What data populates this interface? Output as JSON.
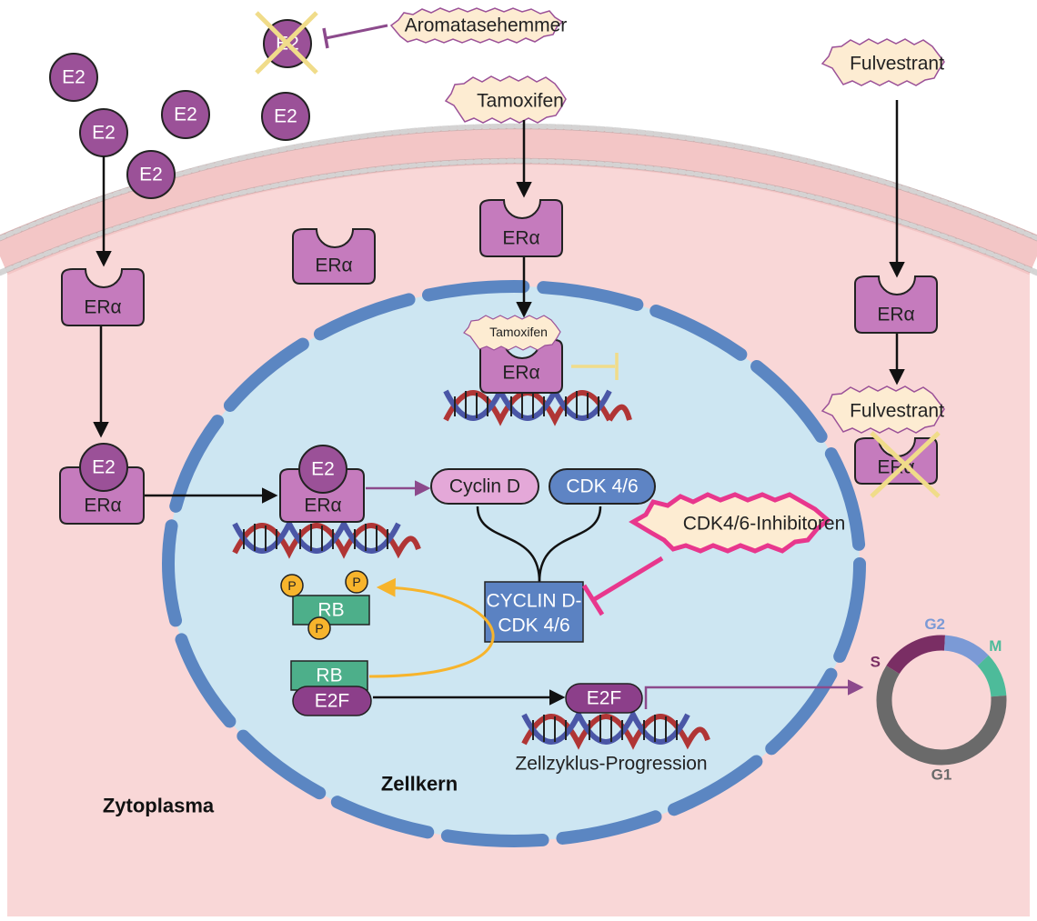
{
  "colors": {
    "cytoplasm": "#f9d7d7",
    "membrane": "#f3c6c6",
    "nucleus_fill": "#cde6f2",
    "nucleus_border": "#5b86c2",
    "e2": "#9b5198",
    "era": "#c57bbd",
    "drug_label": "#fdecd2",
    "cyclin_d": "#e4a8d8",
    "cdk": "#5e84c4",
    "complex": "#5b82c2",
    "rb": "#4daf8a",
    "e2f": "#8c3f8a",
    "phospho": "#f7b42c",
    "cdk_inhibitor_outline": "#e8378d",
    "cycle_s": "#7a2e64",
    "cycle_g2": "#7b9ad6",
    "cycle_m": "#4dbb9a",
    "cycle_g1": "#6a6a6a"
  },
  "molecules": {
    "e2": "E2",
    "era": "ERα",
    "cyclin_d": "Cyclin D",
    "cdk46": "CDK 4/6",
    "complex_line1": "CYCLIN D-",
    "complex_line2": "CDK 4/6",
    "rb": "RB",
    "e2f": "E2F",
    "phosphate": "P"
  },
  "drugs": {
    "aromatase_inhibitor": "Aromatasehemmer",
    "tamoxifen": "Tamoxifen",
    "fulvestrant": "Fulvestrant",
    "cdk46_inhibitors": "CDK4/6-Inhibitoren"
  },
  "compartments": {
    "nucleus": "Zellkern",
    "cytoplasm": "Zytoplasma"
  },
  "processes": {
    "cell_cycle_progression": "Zellzyklus-Progression"
  },
  "cell_cycle": {
    "phases": [
      {
        "name": "S",
        "fraction": 0.17,
        "color": "#7a2e64"
      },
      {
        "name": "G2",
        "fraction": 0.12,
        "color": "#7b9ad6"
      },
      {
        "name": "M",
        "fraction": 0.11,
        "color": "#4dbb9a"
      },
      {
        "name": "G1",
        "fraction": 0.6,
        "color": "#6a6a6a"
      }
    ]
  }
}
